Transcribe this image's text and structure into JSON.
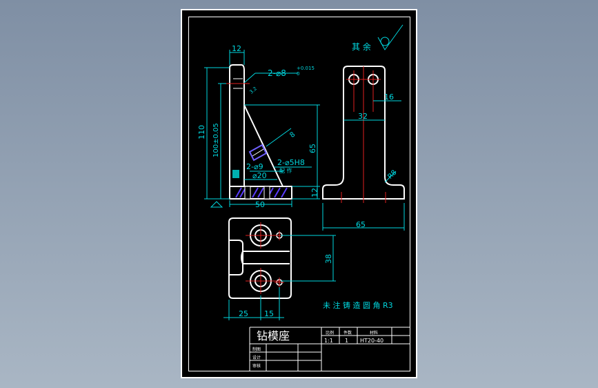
{
  "drawing": {
    "roughness_note": "其 余",
    "front_view": {
      "dim_top_width": "12",
      "dim_hole_callout": "2-⌀8",
      "dim_hole_tol_upper": "+0.015",
      "dim_hole_tol_lower": "0",
      "dim_roughness_small": "3.2",
      "dim_total_height": "110",
      "dim_center_height": "100±0.05",
      "dim_rib_height": "65",
      "dim_base_height": "12",
      "dim_rib_thickness": "8",
      "dim_bolt_holes": "2-⌀9",
      "dim_counterbore": "⌀20",
      "dim_pin_holes": "2-⌀5H8",
      "dim_match_note": "配 作",
      "dim_width": "50"
    },
    "side_view": {
      "dim_hole_spacing": "16",
      "dim_neck_width": "32",
      "dim_fillet": "R8",
      "dim_base_width": "65"
    },
    "top_view": {
      "dim_hole_spacing": "38",
      "dim_left": "25",
      "dim_right": "15"
    },
    "casting_note": "未 注 铸 造 圆 角 R3"
  },
  "title_block": {
    "part_name": "钻模座",
    "header_scale": "比例",
    "header_qty": "件数",
    "header_material": "材料",
    "scale": "1:1",
    "quantity": "1",
    "material": "HT20-40",
    "drawn_label": "制图",
    "designed_label": "设计",
    "checked_label": "审核"
  }
}
